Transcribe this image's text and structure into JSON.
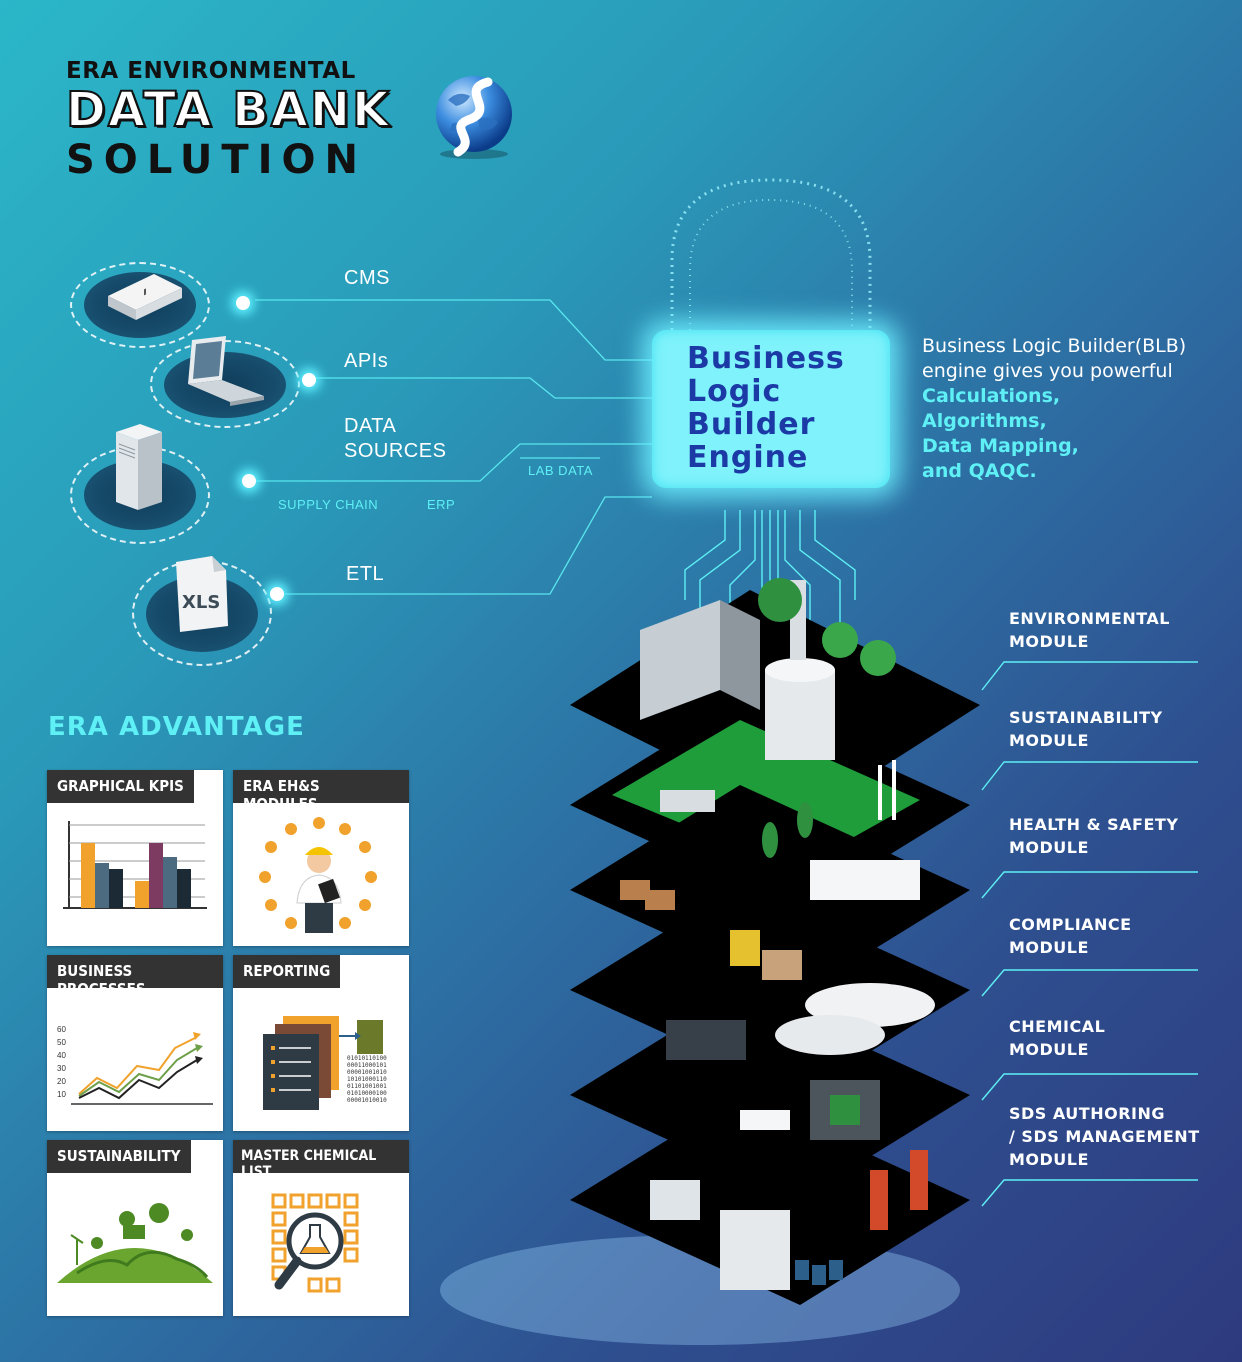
{
  "header": {
    "line1": "ERA ENVIRONMENTAL",
    "line2": "DATA BANK",
    "line3": "SOLUTION"
  },
  "sources": {
    "cms": "CMS",
    "apis": "APIs",
    "data_sources_1": "DATA",
    "data_sources_2": "SOURCES",
    "lab_data": "LAB DATA",
    "supply_chain": "SUPPLY CHAIN",
    "erp": "ERP",
    "etl": "ETL",
    "xls": "XLS"
  },
  "blb": {
    "lines": [
      "Business",
      "Logic",
      "Builder",
      "Engine"
    ],
    "desc1": "Business Logic Builder(BLB)",
    "desc2": "engine gives you powerful",
    "hl1": "Calculations,",
    "hl2": "Algorithms,",
    "hl3": "Data Mapping,",
    "hl4": "and QAQC."
  },
  "advantage": {
    "title": "ERA ADVANTAGE",
    "cards": [
      {
        "label": "GRAPHICAL KPIS"
      },
      {
        "label": "ERA EH&S MODULES"
      },
      {
        "label": "BUSINESS PROCESSES"
      },
      {
        "label": "REPORTING"
      },
      {
        "label": "SUSTAINABILITY"
      },
      {
        "label": "MASTER CHEMICAL LIST"
      }
    ],
    "chart_ticks": [
      "60",
      "50",
      "40",
      "30",
      "20",
      "10"
    ],
    "binary": [
      "01010110100",
      "00011000101",
      "00001001010",
      "10101000110",
      "01101001001",
      "01010000100",
      "00001010010"
    ]
  },
  "modules": [
    {
      "l1": "ENVIRONMENTAL",
      "l2": "MODULE"
    },
    {
      "l1": "SUSTAINABILITY",
      "l2": "MODULE"
    },
    {
      "l1": "HEALTH & SAFETY",
      "l2": "MODULE"
    },
    {
      "l1": "COMPLIANCE",
      "l2": "MODULE"
    },
    {
      "l1": "CHEMICAL",
      "l2": "MODULE"
    },
    {
      "l1": "SDS AUTHORING",
      "l2": "/ SDS MANAGEMENT",
      "l3": "MODULE"
    }
  ],
  "colors": {
    "accent": "#5ef0f5",
    "blb_box": "#7ff2fb",
    "blb_text": "#1b3aa6",
    "card_header": "#333333"
  }
}
